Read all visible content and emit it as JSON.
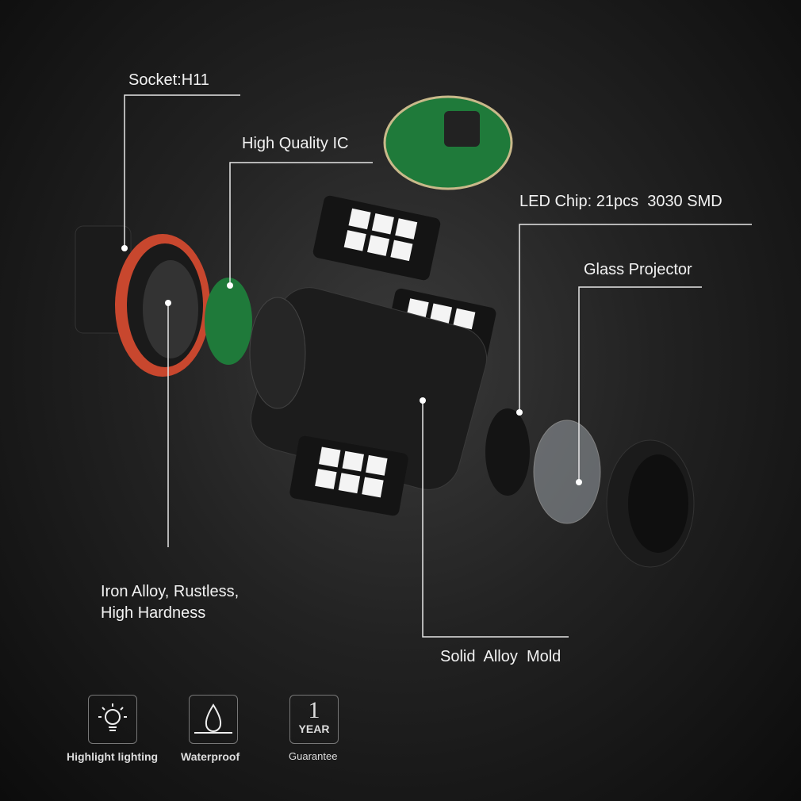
{
  "callouts": {
    "socket": "Socket:H11",
    "ic": "High Quality IC",
    "led_chip": "LED Chip: 21pcs  3030 SMD",
    "glass": "Glass Projector",
    "iron_line1": "Iron Alloy, Rustless,",
    "iron_line2": "High Hardness",
    "mold": "Solid  Alloy  Mold"
  },
  "features": [
    {
      "icon": "lightbulb-icon",
      "label": "Highlight lighting"
    },
    {
      "icon": "water-drop-icon",
      "label": "Waterproof"
    },
    {
      "icon": "guarantee-badge-icon",
      "number": "1",
      "unit": "YEAR",
      "label": "Guarantee"
    }
  ],
  "colors": {
    "background": "#1a1a1a",
    "text": "#f2f2f2",
    "pcb_green": "#1f7a3a",
    "oring": "#c8472e"
  }
}
